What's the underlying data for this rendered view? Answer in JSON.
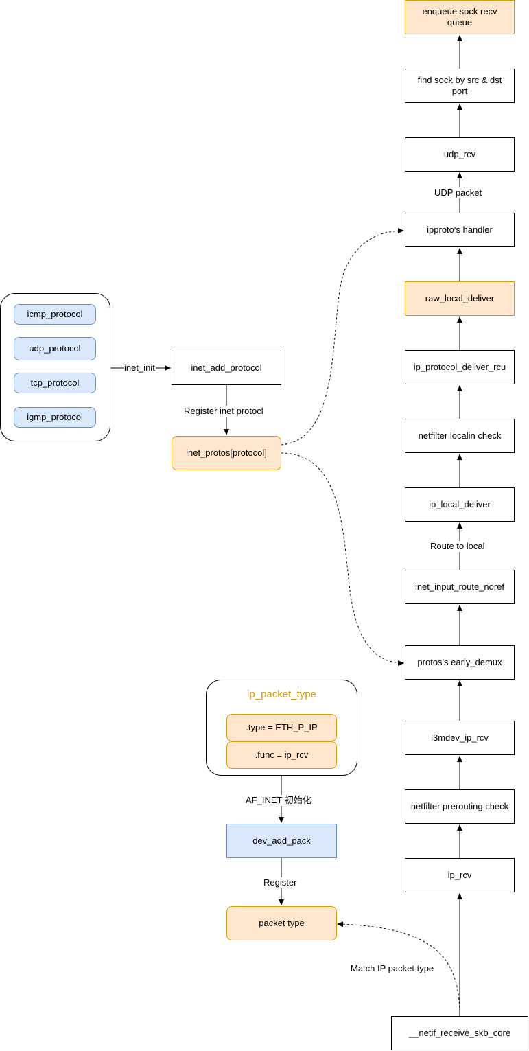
{
  "colors": {
    "orange_fill": "#ffe6cc",
    "orange_stroke": "#d79b00",
    "blue_fill": "#dae8fc",
    "blue_stroke": "#6c8ebf"
  },
  "nodes": {
    "enqueue": "enqueue sock recv queue",
    "find_sock": "find sock by src & dst port",
    "udp_rcv": "udp_rcv",
    "ipproto_handler": "ipproto's handler",
    "raw_local_deliver": "raw_local_deliver",
    "ip_protocol_deliver_rcu": "ip_protocol_deliver_rcu",
    "netfilter_localin": "netfilter localin check",
    "ip_local_deliver": "ip_local_deliver",
    "inet_input_route_noref": "inet_input_route_noref",
    "protos_early_demux": "protos's early_demux",
    "l3mdev_ip_rcv": "l3mdev_ip_rcv",
    "netfilter_prerouting": "netfilter prerouting check",
    "ip_rcv": "ip_rcv",
    "netif_receive_skb_core": "__netif_receive_skb_core",
    "icmp_protocol": "icmp_protocol",
    "udp_protocol": "udp_protocol",
    "tcp_protocol": "tcp_protocol",
    "igmp_protocol": "igmp_protocol",
    "inet_add_protocol": "inet_add_protocol",
    "inet_protos": "inet_protos[protocol]",
    "ip_packet_type_title": "ip_packet_type",
    "type_field": ".type = ETH_P_IP",
    "func_field": ".func = ip_rcv",
    "dev_add_pack": "dev_add_pack",
    "packet_type": "packet type"
  },
  "edge_labels": {
    "udp_packet": "UDP packet",
    "route_to_local": "Route to local",
    "inet_init": "inet_init",
    "register_inet_protocl": "Register inet protocl",
    "af_inet_init": "AF_INET 初始化",
    "register": "Register",
    "match_ip_packet_type": "Match IP packet type"
  }
}
